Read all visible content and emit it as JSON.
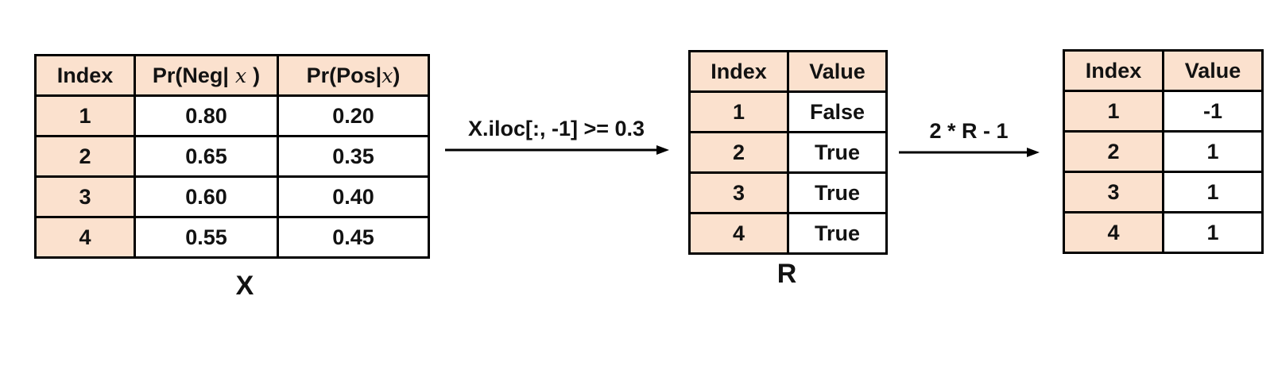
{
  "diagram": {
    "colors": {
      "header_fill": "#fbe1ce",
      "border": "#000000",
      "text": "#121212",
      "background": "#ffffff"
    },
    "tables": {
      "x": {
        "label": "X",
        "headers": {
          "index": "Index",
          "neg": {
            "pre": "Pr(Neg|",
            "var": " x ",
            "post": ")"
          },
          "pos": {
            "pre": "Pr(Pos|",
            "var": "x",
            "post": ")"
          }
        },
        "rows": [
          {
            "index": "1",
            "neg": "0.80",
            "pos": "0.20"
          },
          {
            "index": "2",
            "neg": "0.65",
            "pos": "0.35"
          },
          {
            "index": "3",
            "neg": "0.60",
            "pos": "0.40"
          },
          {
            "index": "4",
            "neg": "0.55",
            "pos": "0.45"
          }
        ]
      },
      "r": {
        "label": "R",
        "headers": {
          "index": "Index",
          "value": "Value"
        },
        "rows": [
          {
            "index": "1",
            "value": "False"
          },
          {
            "index": "2",
            "value": "True"
          },
          {
            "index": "3",
            "value": "True"
          },
          {
            "index": "4",
            "value": "True"
          }
        ]
      },
      "result": {
        "headers": {
          "index": "Index",
          "value": "Value"
        },
        "rows": [
          {
            "index": "1",
            "value": "-1"
          },
          {
            "index": "2",
            "value": "1"
          },
          {
            "index": "3",
            "value": "1"
          },
          {
            "index": "4",
            "value": "1"
          }
        ]
      }
    },
    "arrows": {
      "first": {
        "label": "X.iloc[:, -1] >= 0.3"
      },
      "second": {
        "label": "2 * R - 1"
      }
    }
  }
}
